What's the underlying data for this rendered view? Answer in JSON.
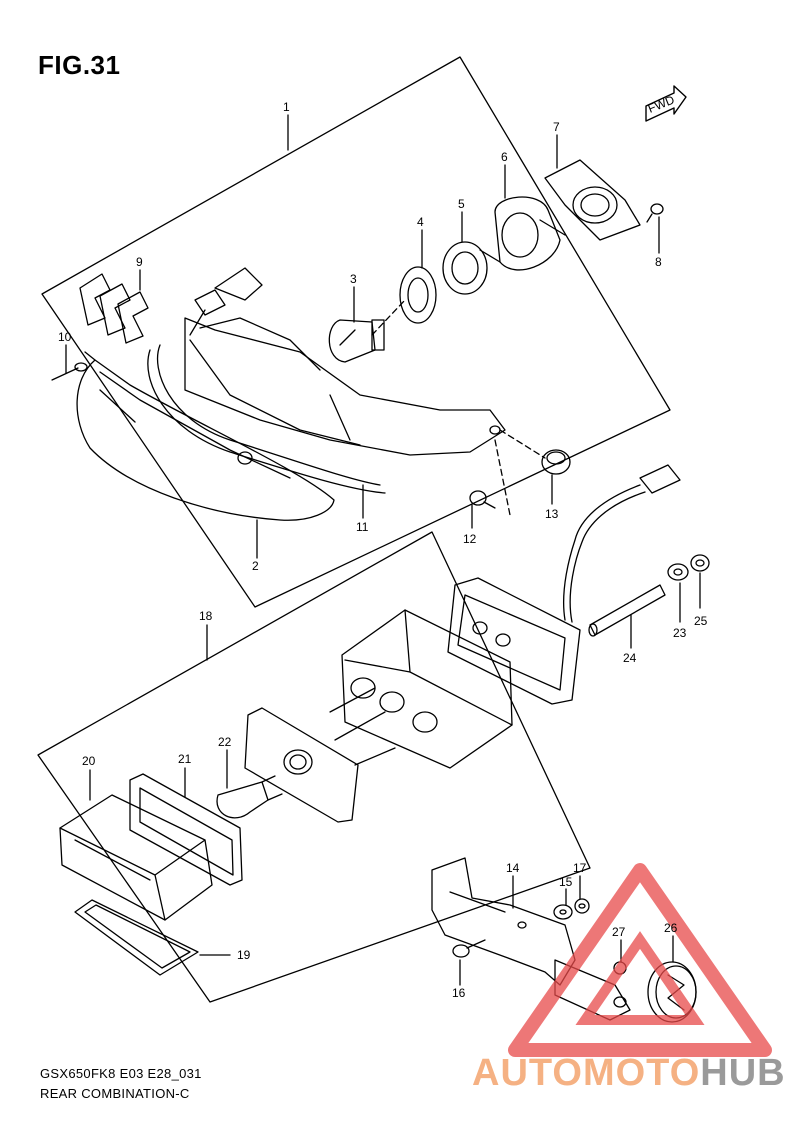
{
  "figure": {
    "title": "FIG.31"
  },
  "footer": {
    "model_code": "GSX650FK8 E03 E28_031",
    "section_name": "REAR COMBINATION-C"
  },
  "fwd_label": "FWD",
  "callouts": [
    {
      "id": "1",
      "label": "1"
    },
    {
      "id": "2",
      "label": "2"
    },
    {
      "id": "3",
      "label": "3"
    },
    {
      "id": "4",
      "label": "4"
    },
    {
      "id": "5",
      "label": "5"
    },
    {
      "id": "6",
      "label": "6"
    },
    {
      "id": "7",
      "label": "7"
    },
    {
      "id": "8",
      "label": "8"
    },
    {
      "id": "9",
      "label": "9"
    },
    {
      "id": "10",
      "label": "10"
    },
    {
      "id": "11",
      "label": "11"
    },
    {
      "id": "12",
      "label": "12"
    },
    {
      "id": "13",
      "label": "13"
    },
    {
      "id": "14",
      "label": "14"
    },
    {
      "id": "15",
      "label": "15"
    },
    {
      "id": "16",
      "label": "16"
    },
    {
      "id": "17",
      "label": "17"
    },
    {
      "id": "18",
      "label": "18"
    },
    {
      "id": "19",
      "label": "19"
    },
    {
      "id": "20",
      "label": "20"
    },
    {
      "id": "21",
      "label": "21"
    },
    {
      "id": "22",
      "label": "22"
    },
    {
      "id": "23",
      "label": "23"
    },
    {
      "id": "24",
      "label": "24"
    },
    {
      "id": "25",
      "label": "25"
    },
    {
      "id": "26",
      "label": "26"
    },
    {
      "id": "27",
      "label": "27"
    }
  ],
  "watermark": {
    "part1": "AUTOMOTO",
    "part2": "HUB",
    "color1": "#f5b183",
    "color2": "#9a9a9a",
    "logo_color": "#e84a4a"
  }
}
